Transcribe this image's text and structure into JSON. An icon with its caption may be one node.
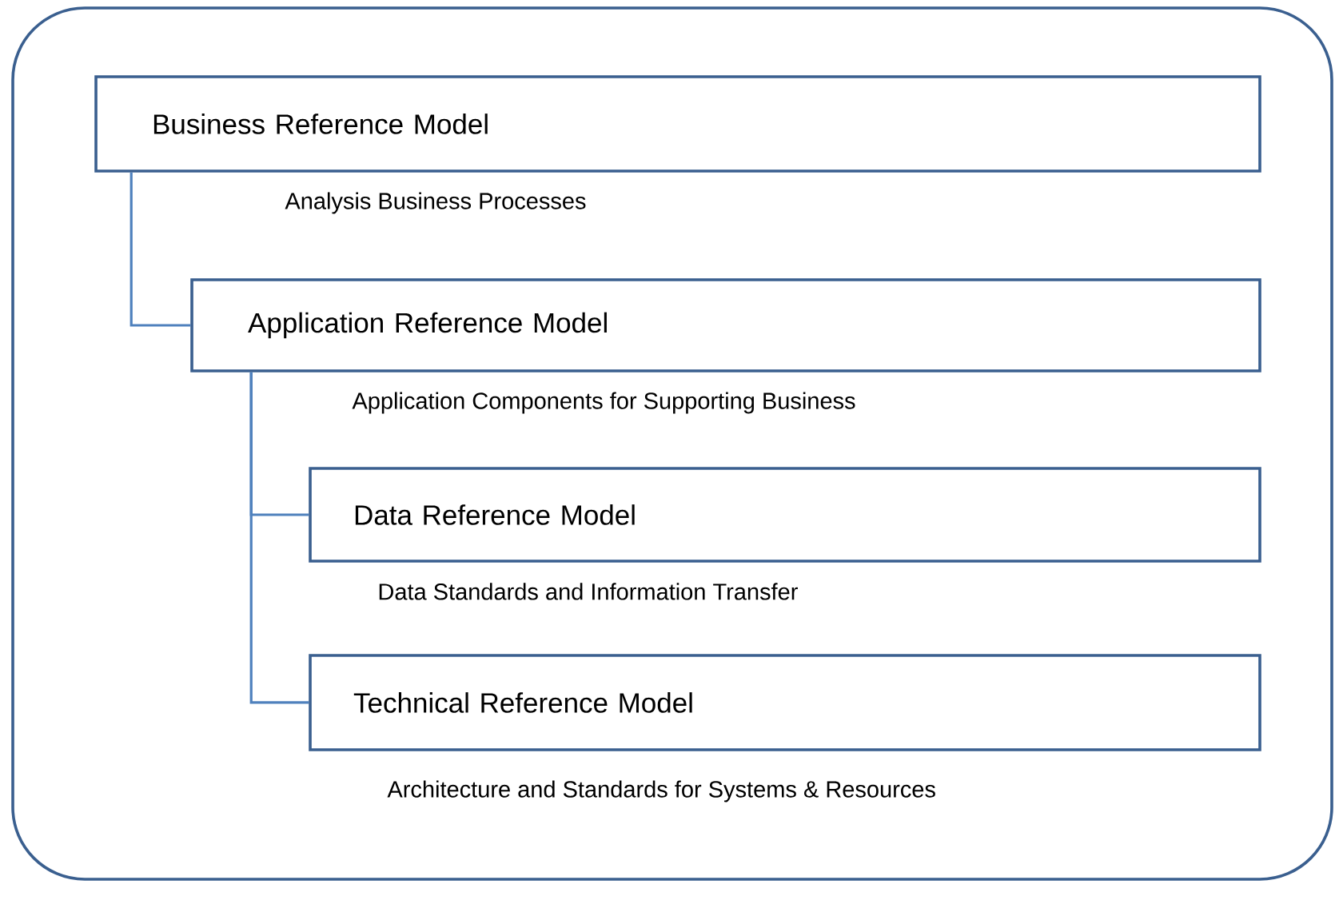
{
  "diagram": {
    "nodes": [
      {
        "text": [],
        "shape": "box"
      },
      {
        "text": [
          "Business Reference Model"
        ],
        "in": 0,
        "beside": [
          "Analysis Business Processes"
        ]
      },
      {
        "text": [
          "Application Reference Model"
        ],
        "in": 0,
        "beside": [
          "Application Components for Supporting Business"
        ]
      },
      {
        "text": [
          "Data Reference Model"
        ],
        "in": 0,
        "beside": [
          "Data Standards and Information Transfer"
        ]
      },
      {
        "text": [
          "Technical Reference Model"
        ],
        "in": 0,
        "beside": [
          "Architecture and Standards for Systems & Resources"
        ]
      }
    ],
    "edges": [
      {
        "from": 1,
        "to": 2,
        "arrow": "none"
      },
      {
        "from": 2,
        "to": 3,
        "arrow": "none"
      },
      {
        "from": 2,
        "to": 4,
        "arrow": "none"
      }
    ]
  }
}
